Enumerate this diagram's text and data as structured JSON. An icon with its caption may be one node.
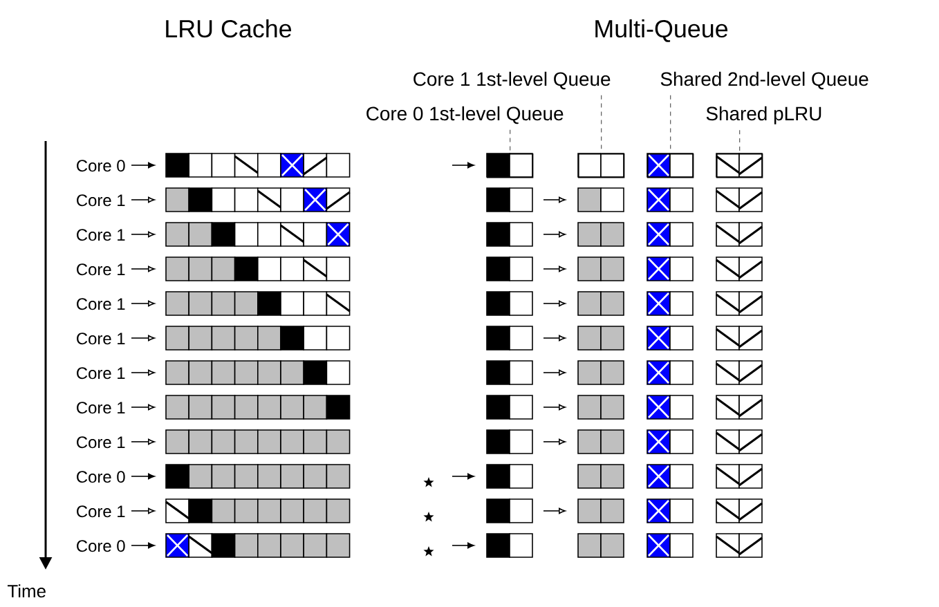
{
  "diagram": {
    "nodes": [
      {
        "text": [
          "Core 1 1st-level Queue"
        ]
      },
      {
        "text": [
          "Shared 2nd-level Queue"
        ]
      },
      {
        "text": [
          "Core 0 1st-level Queue"
        ]
      },
      {
        "text": [
          "Shared pLRU"
        ]
      },
      {
        "text": [],
        "shape": "box"
      },
      {
        "text": [],
        "shape": "box"
      },
      {
        "text": [],
        "shape": "box"
      },
      {
        "text": [],
        "shape": "box"
      }
    ],
    "edges": [
      {
        "from": 0,
        "to": 5,
        "arrow": "none",
        "style": "dashed"
      },
      {
        "from": 1,
        "to": 6,
        "arrow": "none",
        "style": "dashed"
      },
      {
        "from": 2,
        "to": 4,
        "arrow": "none",
        "style": "dashed"
      },
      {
        "from": 3,
        "to": 7,
        "arrow": "none",
        "style": "dashed"
      }
    ],
    "labels": [
      "LRU Cache",
      "Multi-Queue",
      "Core 0",
      "Core 1",
      "Core 1",
      "Core 1",
      "Core 1",
      "Core 1",
      "Core 1",
      "Core 1",
      "Core 1",
      "Core 0",
      "Core 1",
      "Core 0",
      "Time"
    ]
  }
}
